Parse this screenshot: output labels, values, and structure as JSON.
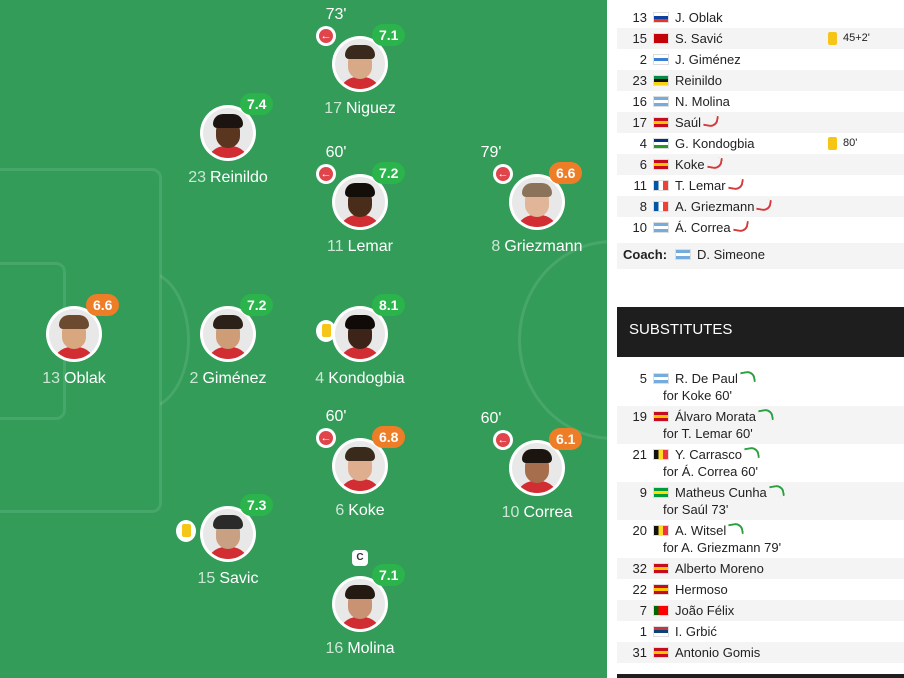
{
  "pitch": {
    "players": [
      {
        "id": "oblak",
        "num": "13",
        "name": "Oblak",
        "rating": "6.6",
        "rating_color": "orange",
        "skin": "#d9a77f",
        "hair": "#6b4a2f",
        "card": false,
        "sub_time": "",
        "captain": false
      },
      {
        "id": "reinildo",
        "num": "23",
        "name": "Reinildo",
        "rating": "7.4",
        "rating_color": "green",
        "skin": "#5a3520",
        "hair": "#1b1410",
        "card": false,
        "sub_time": "",
        "captain": false
      },
      {
        "id": "gimenez",
        "num": "2",
        "name": "Giménez",
        "rating": "7.2",
        "rating_color": "green",
        "skin": "#cf9c78",
        "hair": "#2c2119",
        "card": false,
        "sub_time": "",
        "captain": false
      },
      {
        "id": "savic",
        "num": "15",
        "name": "Savic",
        "rating": "7.3",
        "rating_color": "green",
        "skin": "#caa082",
        "hair": "#2a2a2a",
        "card": true,
        "sub_time": "",
        "captain": false
      },
      {
        "id": "niguez",
        "num": "17",
        "name": "Niguez",
        "rating": "7.1",
        "rating_color": "green",
        "skin": "#d8a987",
        "hair": "#3a2a1e",
        "card": false,
        "sub_time": "73'",
        "captain": false
      },
      {
        "id": "lemar",
        "num": "11",
        "name": "Lemar",
        "rating": "7.2",
        "rating_color": "green",
        "skin": "#4a2c1b",
        "hair": "#130e0a",
        "card": false,
        "sub_time": "60'",
        "captain": false
      },
      {
        "id": "kondogbia",
        "num": "4",
        "name": "Kondogbia",
        "rating": "8.1",
        "rating_color": "green",
        "skin": "#3d2419",
        "hair": "#100b08",
        "card": true,
        "sub_time": "",
        "captain": false
      },
      {
        "id": "koke",
        "num": "6",
        "name": "Koke",
        "rating": "6.8",
        "rating_color": "orange",
        "skin": "#dfae8e",
        "hair": "#3a2a1c",
        "card": false,
        "sub_time": "60'",
        "captain": true
      },
      {
        "id": "molina",
        "num": "16",
        "name": "Molina",
        "rating": "7.1",
        "rating_color": "green",
        "skin": "#c99272",
        "hair": "#241a12",
        "card": false,
        "sub_time": "",
        "captain": false
      },
      {
        "id": "griezmann",
        "num": "8",
        "name": "Griezmann",
        "rating": "6.6",
        "rating_color": "orange",
        "skin": "#e0b598",
        "hair": "#8a7358",
        "card": false,
        "sub_time": "79'",
        "captain": false
      },
      {
        "id": "correa",
        "num": "10",
        "name": "Correa",
        "rating": "6.1",
        "rating_color": "orange",
        "skin": "#a66e4c",
        "hair": "#1c140e",
        "card": false,
        "sub_time": "60'",
        "captain": false
      }
    ],
    "captain_label": "C",
    "sub_out_glyph": "←"
  },
  "lineup": [
    {
      "num": "13",
      "flag": "si",
      "name": "J. Oblak",
      "arrow": false,
      "card_min": ""
    },
    {
      "num": "15",
      "flag": "me",
      "name": "S. Savić",
      "arrow": false,
      "card_min": "45+2'"
    },
    {
      "num": "2",
      "flag": "uy",
      "name": "J. Giménez",
      "arrow": false,
      "card_min": ""
    },
    {
      "num": "23",
      "flag": "mz",
      "name": "Reinildo",
      "arrow": false,
      "card_min": ""
    },
    {
      "num": "16",
      "flag": "ar",
      "name": "N. Molina",
      "arrow": false,
      "card_min": ""
    },
    {
      "num": "17",
      "flag": "es",
      "name": "Saúl",
      "arrow": true,
      "card_min": ""
    },
    {
      "num": "4",
      "flag": "cf",
      "name": "G. Kondogbia",
      "arrow": false,
      "card_min": "80'"
    },
    {
      "num": "6",
      "flag": "es",
      "name": "Koke",
      "arrow": true,
      "card_min": ""
    },
    {
      "num": "11",
      "flag": "fr",
      "name": "T. Lemar",
      "arrow": true,
      "card_min": ""
    },
    {
      "num": "8",
      "flag": "fr",
      "name": "A. Griezmann",
      "arrow": true,
      "card_min": ""
    },
    {
      "num": "10",
      "flag": "ar",
      "name": "Á. Correa",
      "arrow": true,
      "card_min": ""
    }
  ],
  "coach": {
    "label": "Coach:",
    "flag": "ar",
    "name": "D. Simeone"
  },
  "substitutes_header": "SUBSTITUTES",
  "substitutes": [
    {
      "num": "5",
      "flag": "ar",
      "name": "R. De Paul",
      "arrow": true,
      "for": "for Koke 60'"
    },
    {
      "num": "19",
      "flag": "es",
      "name": "Álvaro Morata",
      "arrow": true,
      "for": "for T. Lemar 60'"
    },
    {
      "num": "21",
      "flag": "be",
      "name": "Y. Carrasco",
      "arrow": true,
      "for": "for Á. Correa 60'"
    },
    {
      "num": "9",
      "flag": "br",
      "name": "Matheus Cunha",
      "arrow": true,
      "for": "for Saúl 73'"
    },
    {
      "num": "20",
      "flag": "be",
      "name": "A. Witsel",
      "arrow": true,
      "for": "for A. Griezmann 79'"
    },
    {
      "num": "32",
      "flag": "es",
      "name": "Alberto Moreno",
      "arrow": false,
      "for": ""
    },
    {
      "num": "22",
      "flag": "es",
      "name": "Hermoso",
      "arrow": false,
      "for": ""
    },
    {
      "num": "7",
      "flag": "pt",
      "name": "João Félix",
      "arrow": false,
      "for": ""
    },
    {
      "num": "1",
      "flag": "rs",
      "name": "I. Grbić",
      "arrow": false,
      "for": ""
    },
    {
      "num": "31",
      "flag": "es",
      "name": "Antonio Gomis",
      "arrow": false,
      "for": ""
    }
  ],
  "colors": {
    "pitch": "#339c59",
    "rating_green": "#2bb34c",
    "rating_orange": "#ee7d28",
    "sub_out": "#e0454c",
    "yellow_card": "#f5c518",
    "header_dark": "#1e1e1e"
  }
}
